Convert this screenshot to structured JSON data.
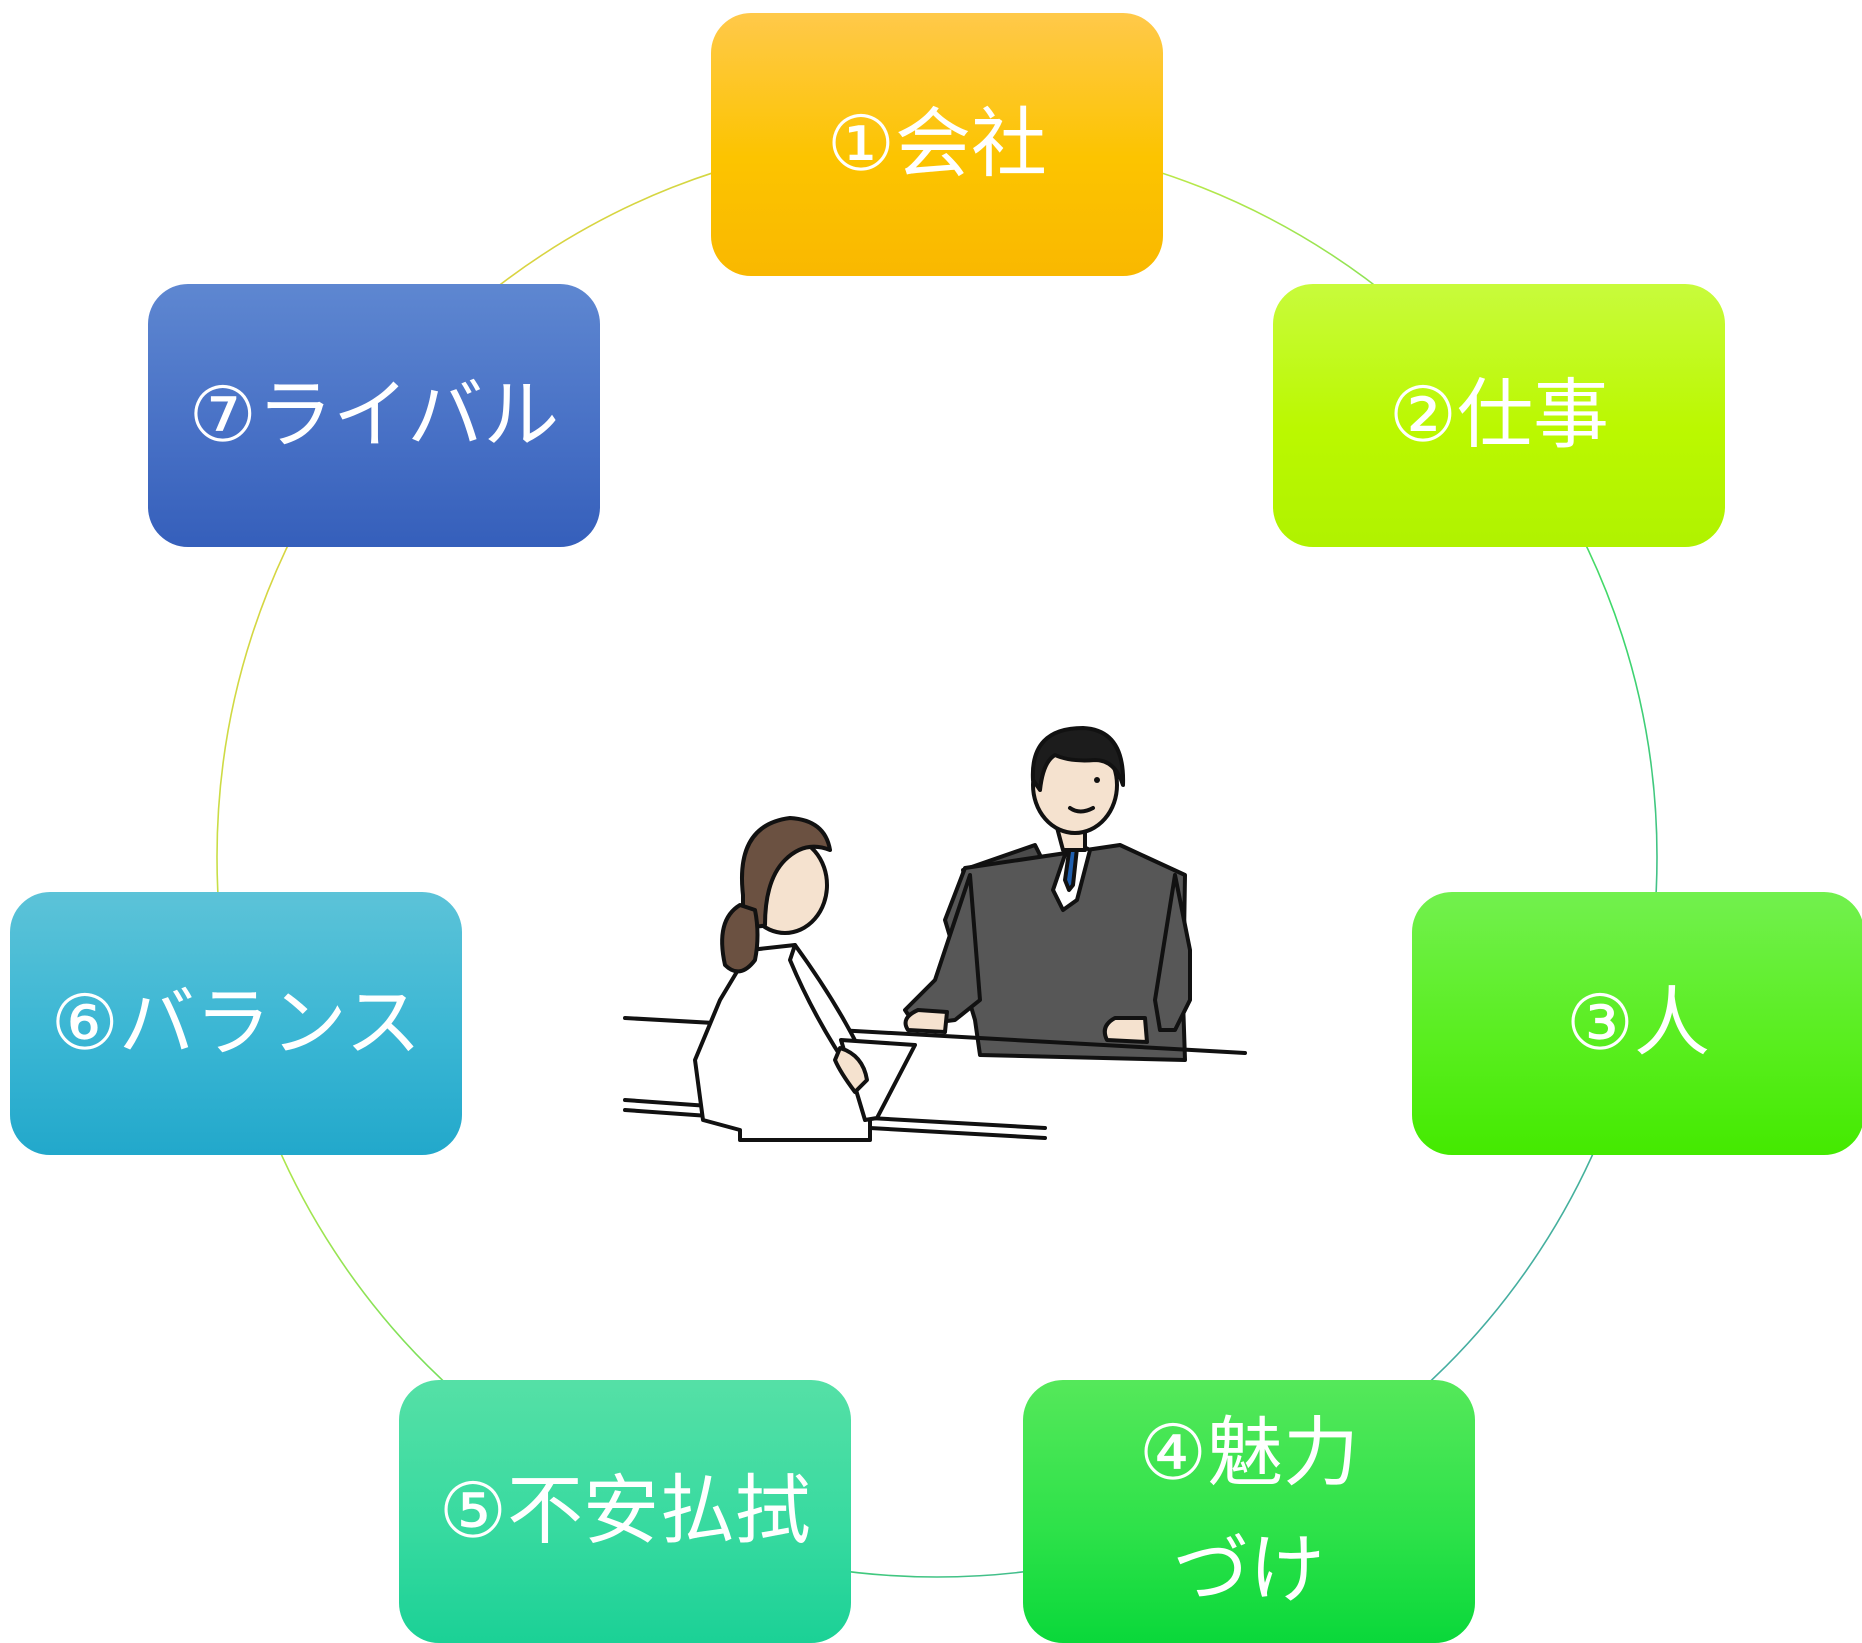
{
  "diagram": {
    "type": "cycle",
    "nodes": [
      {
        "id": "n1",
        "lines": [
          "①会社"
        ],
        "color": "#fcc400"
      },
      {
        "id": "n2",
        "lines": [
          "②仕事"
        ],
        "color": "#bbf800"
      },
      {
        "id": "n3",
        "lines": [
          "③人"
        ],
        "color": "#5aee20"
      },
      {
        "id": "n4",
        "lines": [
          "④魅力",
          "づけ"
        ],
        "color": "#2fe24a"
      },
      {
        "id": "n5",
        "lines": [
          "⑤不安払拭"
        ],
        "color": "#38daa0"
      },
      {
        "id": "n6",
        "lines": [
          "⑥バランス"
        ],
        "color": "#3ab6d4"
      },
      {
        "id": "n7",
        "lines": [
          "⑦ライバル"
        ],
        "color": "#4871c6"
      }
    ],
    "center_image": "interview-illustration"
  }
}
